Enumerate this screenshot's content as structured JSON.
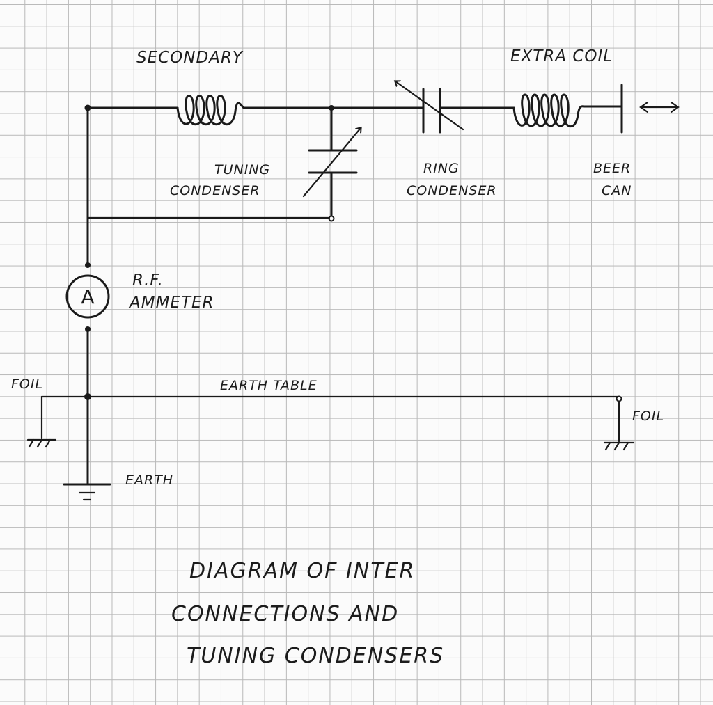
{
  "labels": {
    "secondary": "SECONDARY",
    "extra_coil": "EXTRA COIL",
    "tuning_condenser_line1": "TUNING",
    "tuning_condenser_line2": "CONDENSER",
    "ring_condenser_line1": "RING",
    "ring_condenser_line2": "CONDENSER",
    "beer_can_line1": "BEER",
    "beer_can_line2": "CAN",
    "rf_line1": "R.F.",
    "ammeter_line2": "AMMETER",
    "ammeter_symbol": "A",
    "foil_left": "FOIL",
    "foil_right": "FOIL",
    "earth_table": "EARTH TABLE",
    "earth": "EARTH"
  },
  "title": {
    "line1": "DIAGRAM OF INTER",
    "line2": "CONNECTIONS AND",
    "line3": "TUNING CONDENSERS"
  },
  "colors": {
    "ink": "#1a1a1a",
    "grid": "#b9b9b9",
    "paper": "#fbfbfb"
  }
}
